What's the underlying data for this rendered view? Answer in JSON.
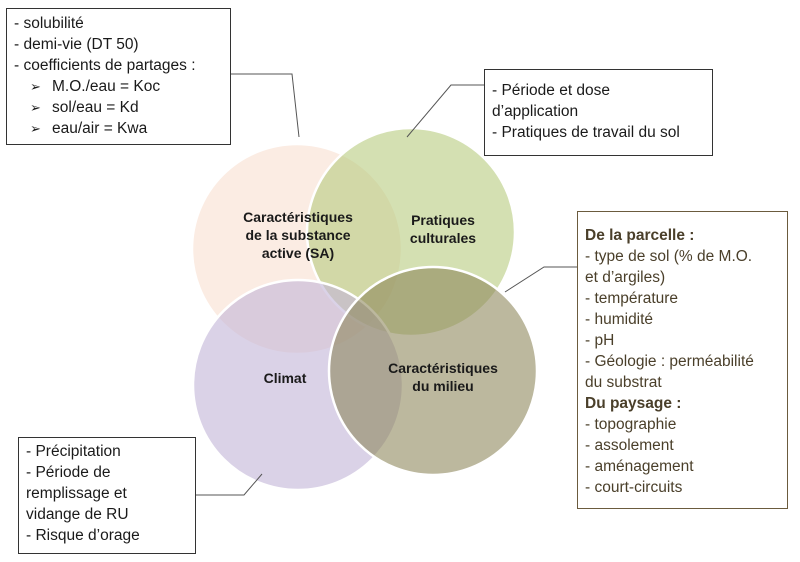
{
  "colors": {
    "substance": "#f9e5d8",
    "pratiques": "#b8cc7e",
    "climat": "#c4b7d9",
    "milieu": "#8c8458",
    "circle_stroke": "#ffffff",
    "connector": "#555555",
    "parcelle_text": "#4a3f2a"
  },
  "circles": {
    "substance": {
      "label_lines": [
        "Caractéristiques",
        "de la substance",
        "active (SA)"
      ]
    },
    "pratiques": {
      "label_lines": [
        "Pratiques",
        "culturales"
      ]
    },
    "climat": {
      "label_lines": [
        "Climat"
      ]
    },
    "milieu": {
      "label_lines": [
        "Caractéristiques",
        "du milieu"
      ]
    }
  },
  "boxes": {
    "substance": {
      "lines": [
        "- solubilité",
        "- demi-vie (DT 50)",
        "- coefficients de partages :"
      ],
      "bullet_glyph": "➢",
      "sub_items": [
        "M.O./eau = Koc",
        "sol/eau = Kd",
        "eau/air = Kwa"
      ]
    },
    "pratiques": {
      "lines": [
        "- Période et dose",
        "d’application",
        "- Pratiques de travail du sol"
      ]
    },
    "climat": {
      "lines": [
        "- Précipitation",
        "- Période de",
        "remplissage et",
        "vidange de RU",
        "- Risque d’orage"
      ]
    },
    "milieu": {
      "heading_parcelle": "De la parcelle :",
      "parcelle_items": [
        "- type de sol (% de M.O.",
        "et d’argiles)",
        "- température",
        "- humidité",
        "- pH",
        "- Géologie : perméabilité",
        "du substrat"
      ],
      "heading_paysage": "Du paysage :",
      "paysage_items": [
        "- topographie",
        "- assolement",
        "- aménagement",
        "- court-circuits"
      ]
    }
  }
}
